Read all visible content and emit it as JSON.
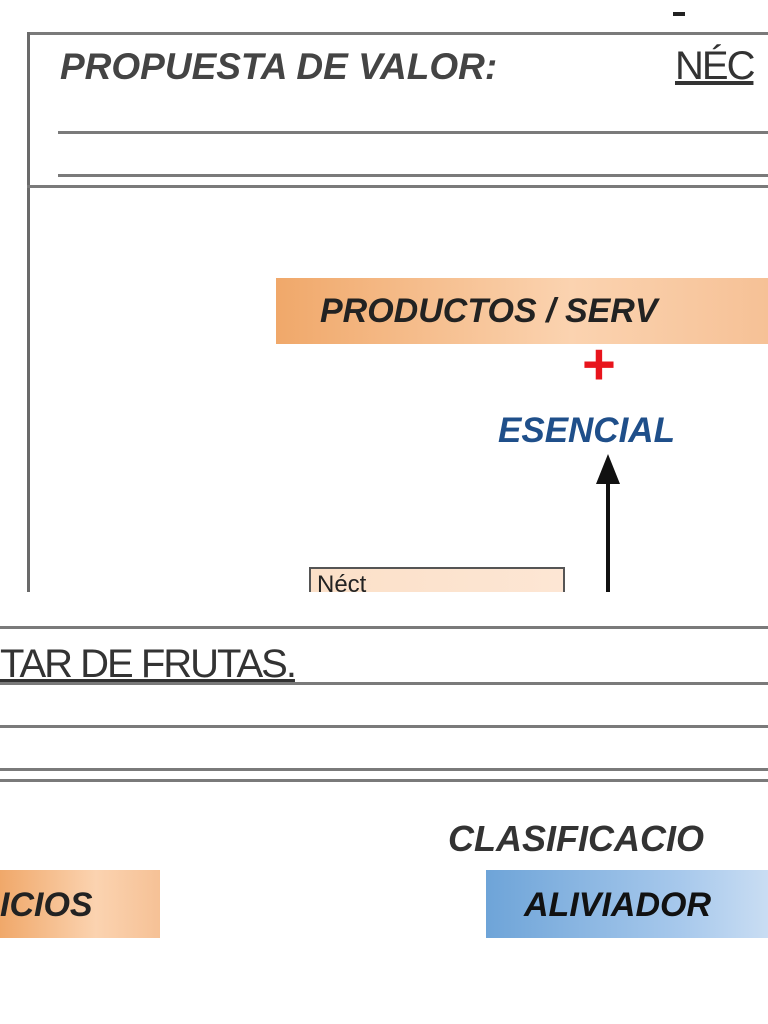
{
  "top": {
    "title_label": "PROPUESTA DE VALOR:",
    "title_value_partial": "NÉC",
    "products_label_partial": "PRODUCTOS / SERV",
    "plus_symbol": "+",
    "esencial_label": "ESENCIAL",
    "small_box_text_partial": "Néct"
  },
  "bottom": {
    "title_value_partial": "TAR DE FRUTAS.",
    "clasificacion_partial": "CLASIFICACIO",
    "products_label_partial": "ICIOS",
    "aliviador_partial": "ALIVIADOR"
  },
  "colors": {
    "orange": "#f0a86a",
    "blue": "#6ea4d8",
    "plus": "#e8141c",
    "esencial": "#1f4f8a"
  }
}
